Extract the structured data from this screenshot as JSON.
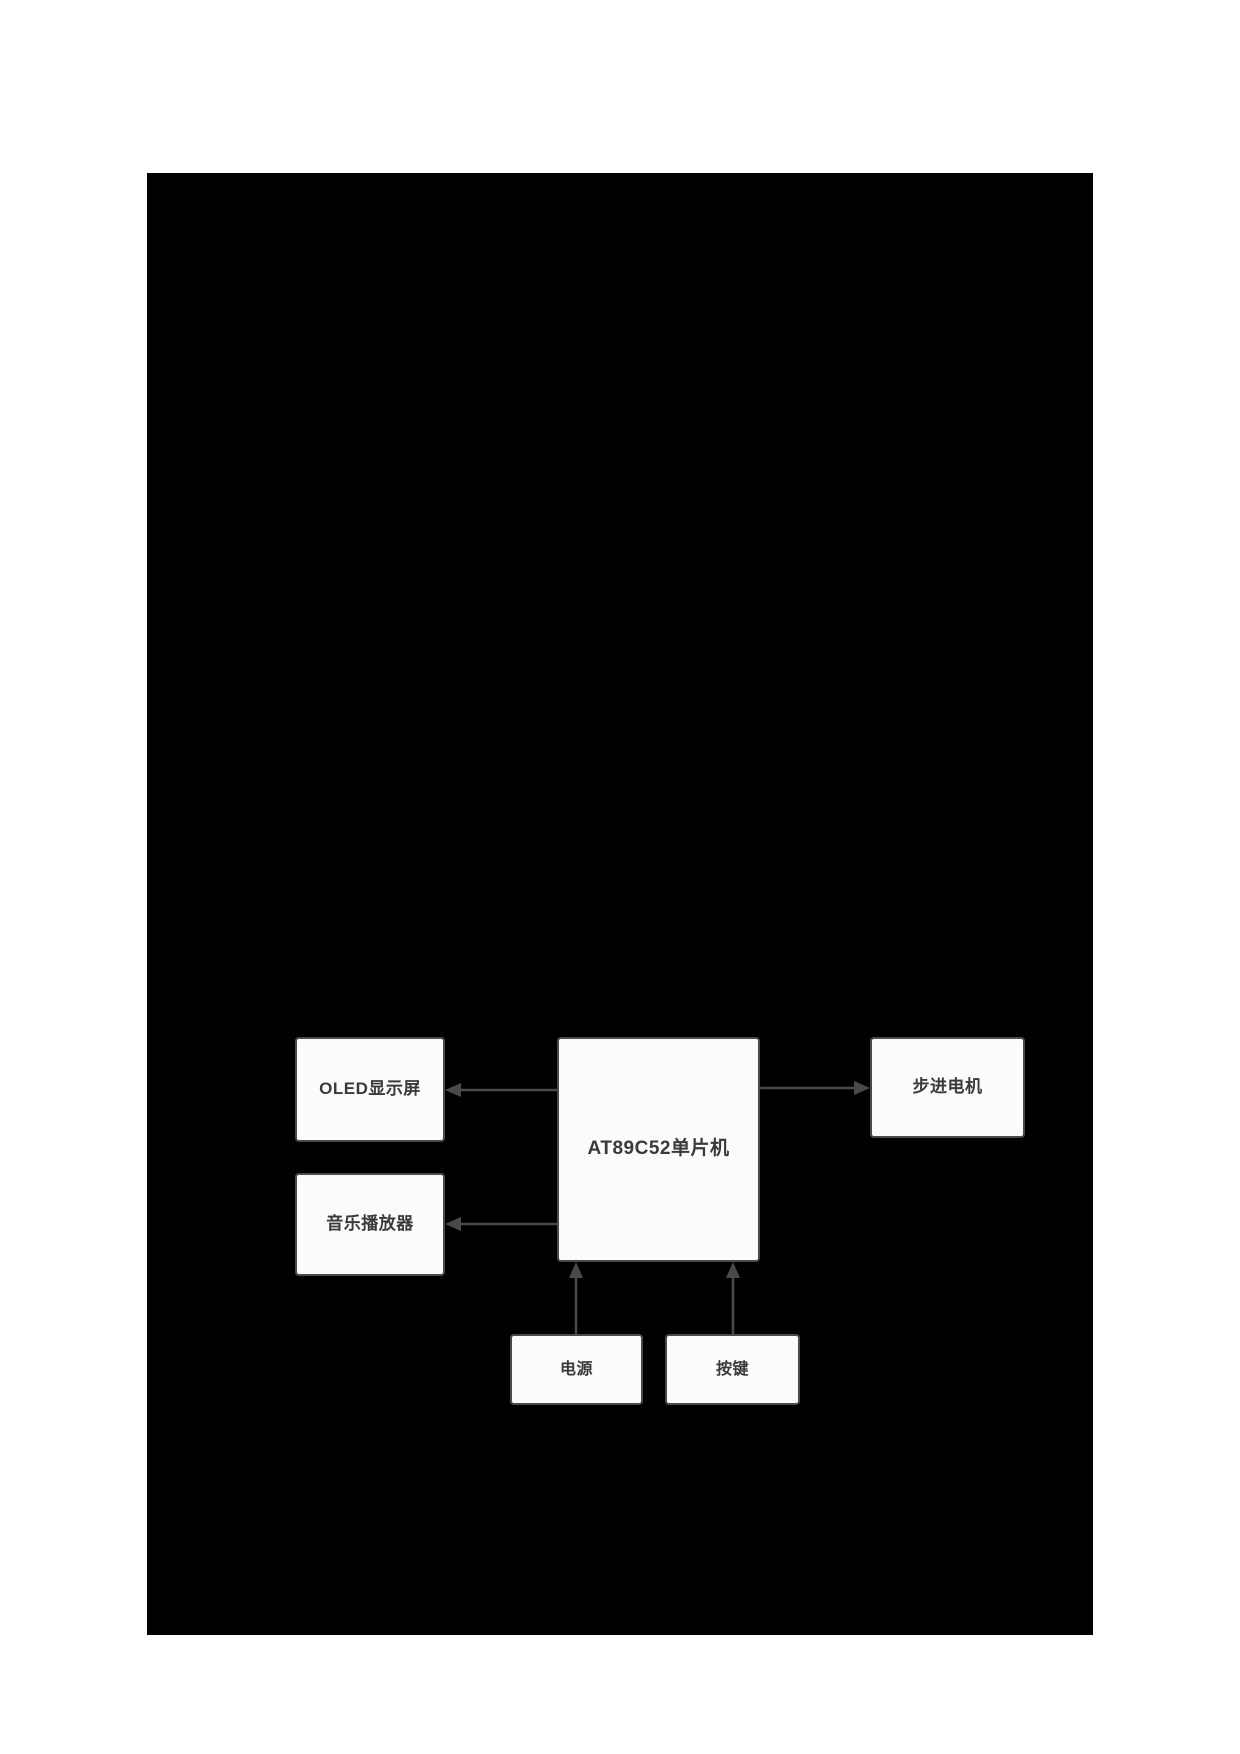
{
  "document": {
    "page_background": "#ffffff",
    "figure_background": "#000000"
  },
  "diagram": {
    "type": "block-diagram",
    "title_visible": false,
    "node_fill": "#fbfbfb",
    "node_stroke": "#4a4a4a",
    "edge_color": "#4a4a4a",
    "nodes": [
      {
        "id": "oled",
        "label": "OLED显示屏"
      },
      {
        "id": "music",
        "label": "音乐播放器"
      },
      {
        "id": "mcu",
        "label": "AT89C52单片机"
      },
      {
        "id": "motor",
        "label": "步进电机"
      },
      {
        "id": "power",
        "label": "电源"
      },
      {
        "id": "key",
        "label": "按键"
      }
    ],
    "edges": [
      {
        "from": "mcu",
        "to": "oled",
        "direction": "left",
        "arrow": "single"
      },
      {
        "from": "mcu",
        "to": "music",
        "direction": "left",
        "arrow": "single"
      },
      {
        "from": "mcu",
        "to": "motor",
        "direction": "right",
        "arrow": "single"
      },
      {
        "from": "power",
        "to": "mcu",
        "direction": "up",
        "arrow": "single"
      },
      {
        "from": "key",
        "to": "mcu",
        "direction": "up",
        "arrow": "single"
      }
    ]
  }
}
